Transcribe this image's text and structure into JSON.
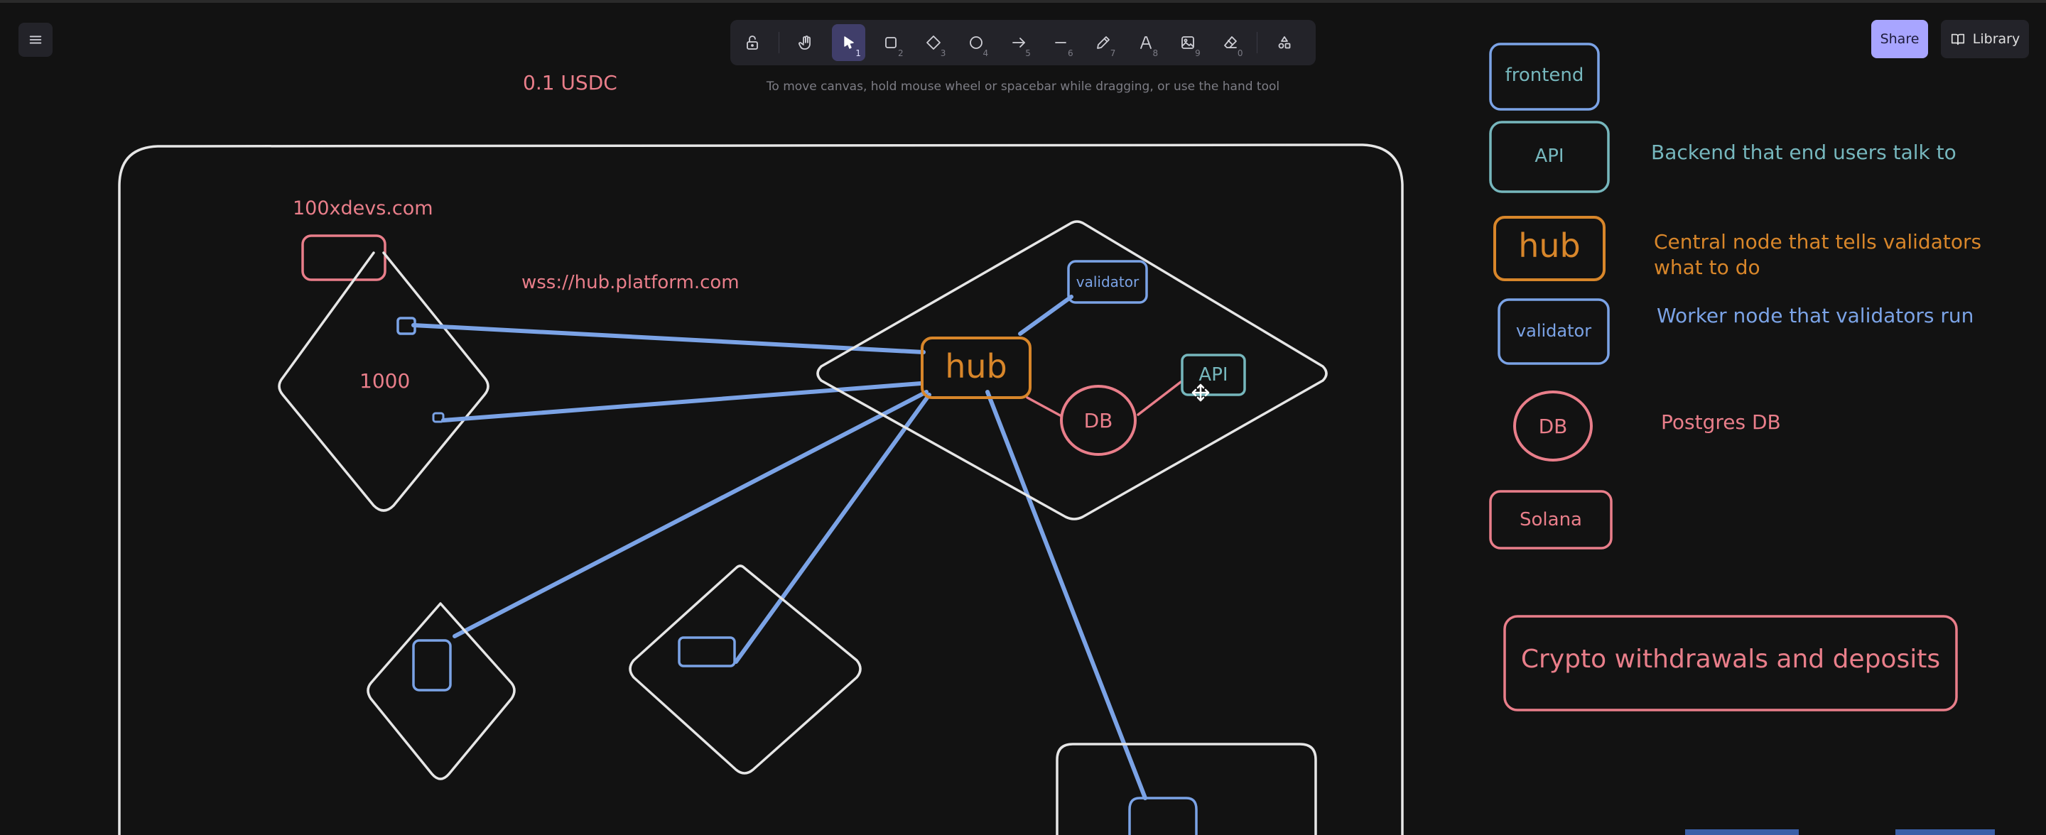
{
  "toolbar": {
    "tools": [
      {
        "name": "lock",
        "key": ""
      },
      {
        "name": "hand",
        "key": ""
      },
      {
        "name": "selection",
        "key": "1"
      },
      {
        "name": "rectangle",
        "key": "2"
      },
      {
        "name": "diamond",
        "key": "3"
      },
      {
        "name": "ellipse",
        "key": "4"
      },
      {
        "name": "arrow",
        "key": "5"
      },
      {
        "name": "line",
        "key": "6"
      },
      {
        "name": "draw",
        "key": "7"
      },
      {
        "name": "text",
        "key": "8"
      },
      {
        "name": "image",
        "key": "9"
      },
      {
        "name": "eraser",
        "key": "0"
      },
      {
        "name": "more-tools",
        "key": ""
      }
    ],
    "hint": "To move canvas, hold mouse wheel or spacebar while dragging, or use the hand tool"
  },
  "header": {
    "share_label": "Share",
    "library_label": "Library"
  },
  "canvas": {
    "price_label": "0.1 USDC",
    "domain_label": "100xdevs.com",
    "ws_label": "wss://hub.platform.com",
    "count_label": "1000",
    "hub_label": "hub",
    "validator_label": "validator",
    "db_label": "DB",
    "api_label": "API"
  },
  "legend": {
    "frontend": "frontend",
    "api": "API",
    "api_desc": "Backend that end users talk to",
    "hub": "hub",
    "hub_desc_line1": "Central node that tells validators",
    "hub_desc_line2": "what to do",
    "validator": "validator",
    "validator_desc": "Worker node that validators run",
    "db": "DB",
    "db_desc": "Postgres DB",
    "solana": "Solana",
    "crypto": "Crypto withdrawals and deposits"
  },
  "colors": {
    "white": "#e6e6e6",
    "blue": "#7ba3e6",
    "teal": "#76b7bd",
    "orange": "#d8862a",
    "red": "#e97e8a",
    "accent": "#a8a5ff"
  }
}
